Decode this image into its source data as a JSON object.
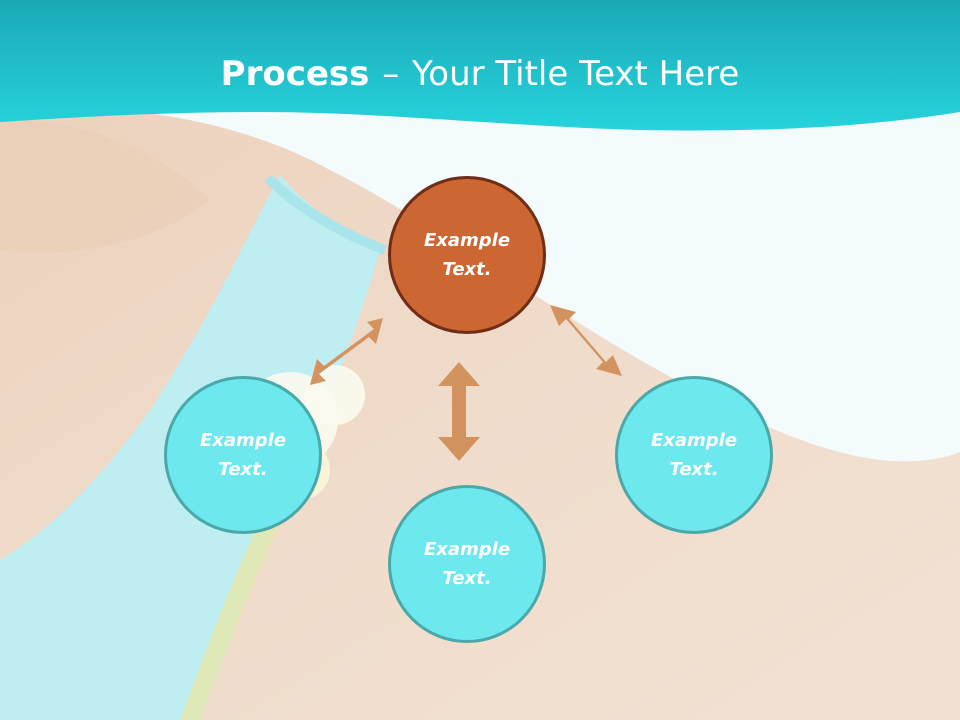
{
  "title": {
    "bold": "Process",
    "dash": "–",
    "rest": "Your Title Text Here"
  },
  "nodes": {
    "center": {
      "line1": "Example",
      "line2": "Text."
    },
    "bottom": {
      "line1": "Example",
      "line2": "Text."
    },
    "left": {
      "line1": "Example",
      "line2": "Text."
    },
    "right": {
      "line1": "Example",
      "line2": "Text."
    }
  },
  "colors": {
    "header": "#2ac9d2",
    "center_node": "#cc6633",
    "outer_nodes": "#6de8ee",
    "arrows": "#d2935e"
  }
}
